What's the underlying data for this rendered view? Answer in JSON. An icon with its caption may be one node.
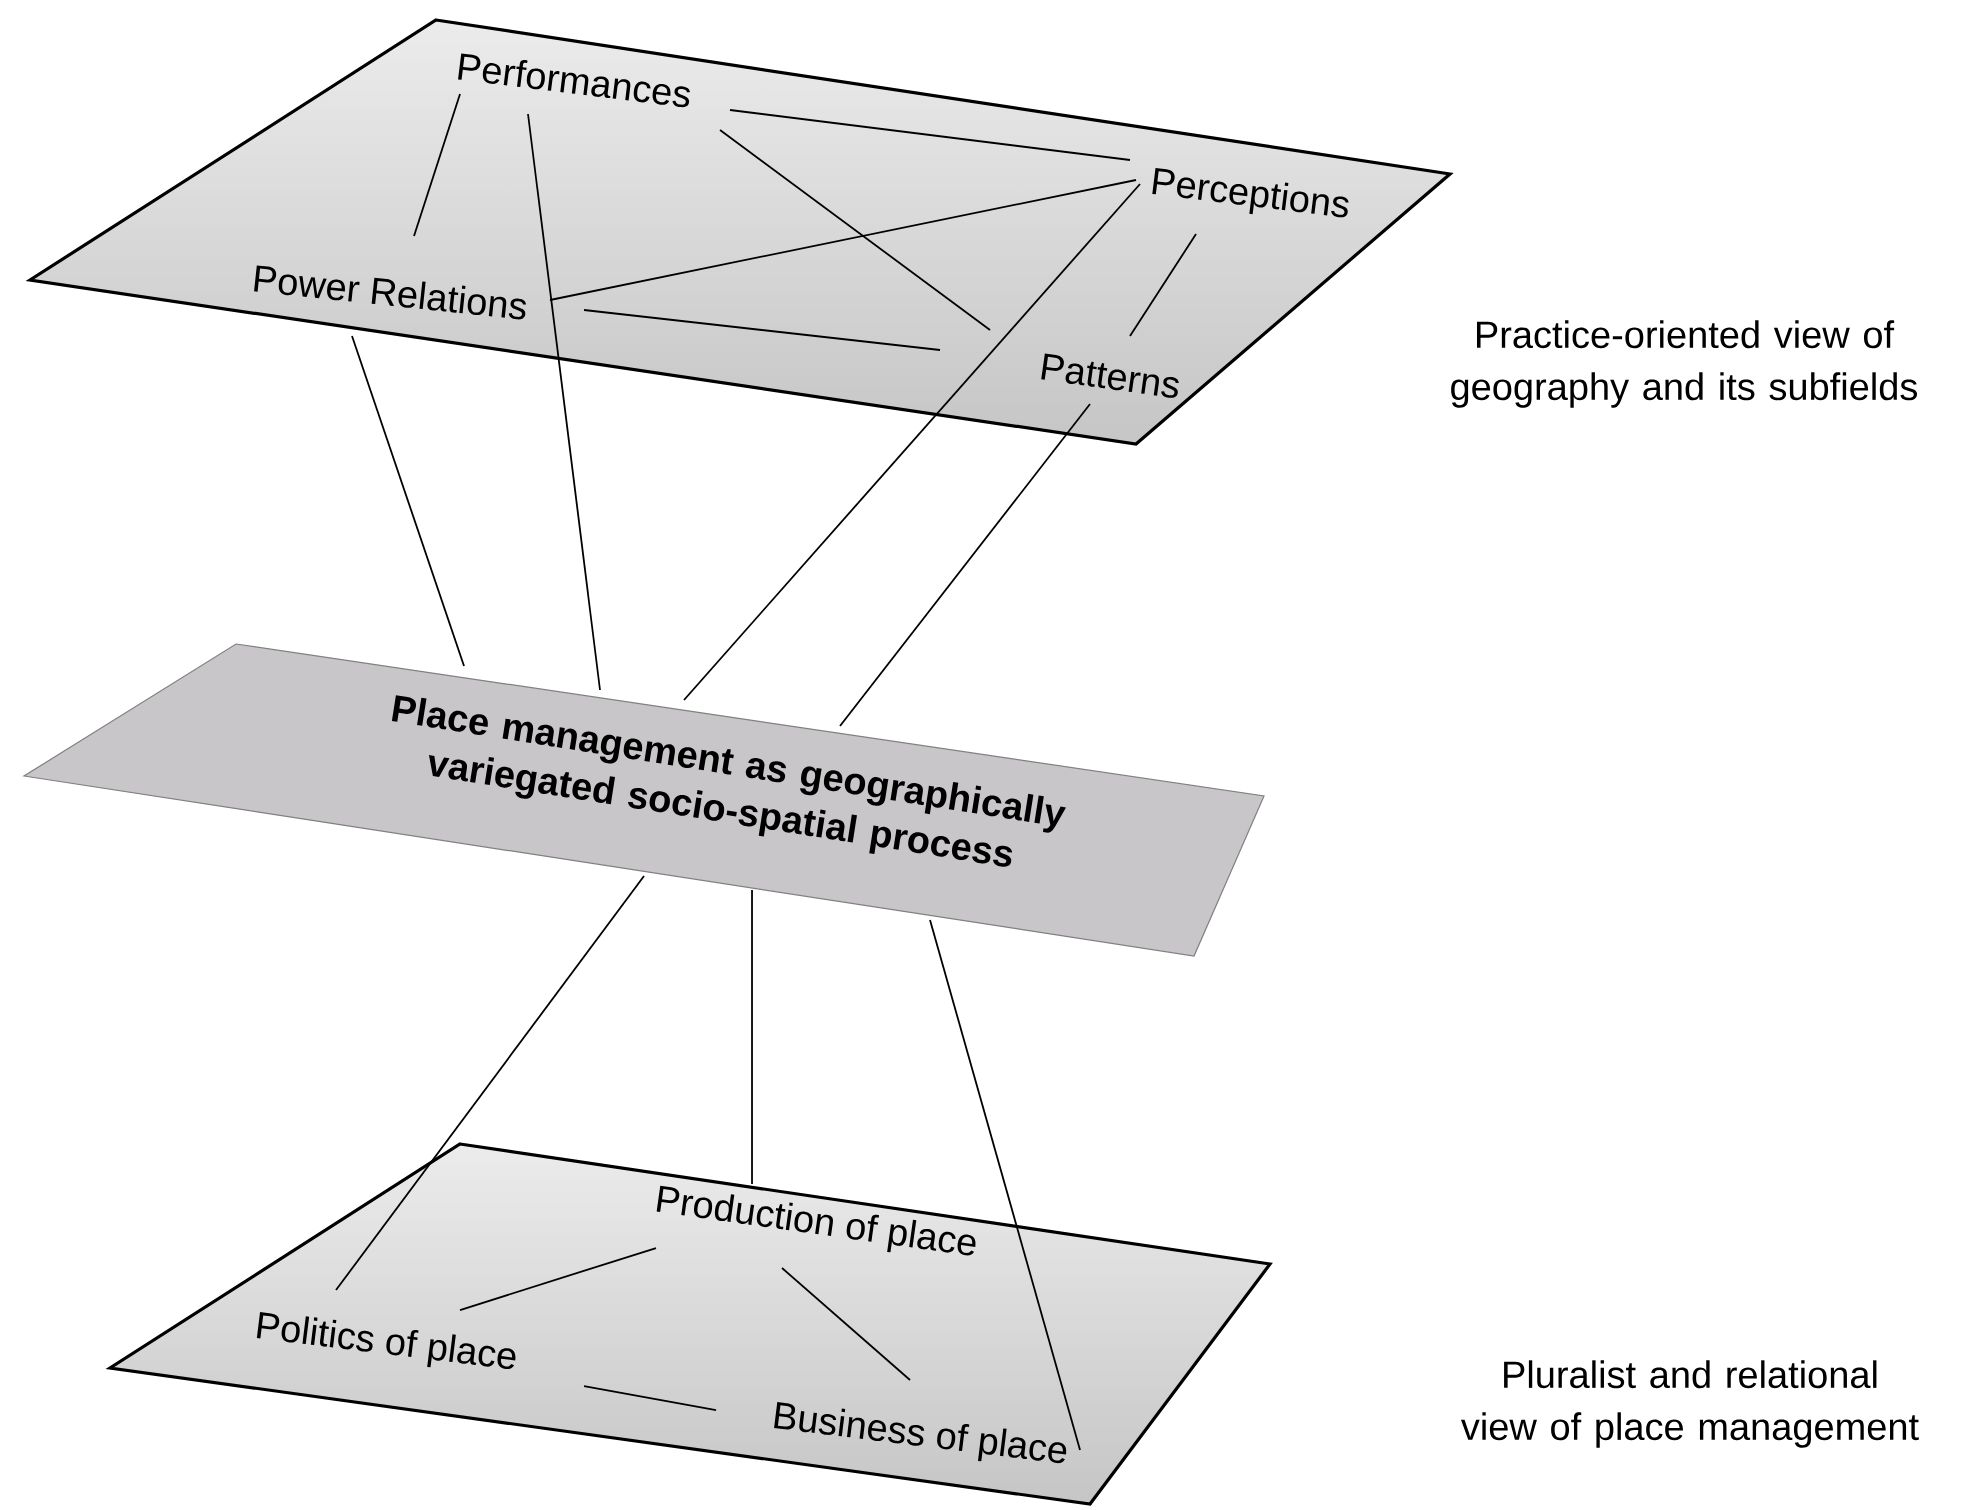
{
  "diagram": {
    "nodes": [
      {
        "text": [],
        "shape": "parallelogram"
      },
      {
        "text": [
          "Performances"
        ],
        "in": 0
      },
      {
        "text": [
          "Perceptions"
        ],
        "in": 0
      },
      {
        "text": [
          "Power Relations"
        ],
        "in": 0
      },
      {
        "text": [
          "Patterns"
        ],
        "in": 0
      },
      {
        "text": [
          "Place management as geographically variegated socio-spatial process"
        ]
      },
      {
        "text": [],
        "shape": "parallelogram"
      },
      {
        "text": [
          "Production of place"
        ],
        "in": 6
      },
      {
        "text": [
          "Politics of place"
        ],
        "in": 6
      },
      {
        "text": [
          "Business of place"
        ],
        "in": 6
      }
    ],
    "edges": [
      {
        "from": 1,
        "to": 3,
        "arrow": "none"
      },
      {
        "from": 1,
        "to": 2,
        "arrow": "none"
      },
      {
        "from": 1,
        "to": 4,
        "arrow": "none"
      },
      {
        "from": 3,
        "to": 2,
        "arrow": "none"
      },
      {
        "from": 3,
        "to": 4,
        "arrow": "none"
      },
      {
        "from": 2,
        "to": 4,
        "arrow": "none"
      },
      {
        "from": 3,
        "to": 5,
        "arrow": "none"
      },
      {
        "from": 1,
        "to": 5,
        "arrow": "none"
      },
      {
        "from": 2,
        "to": 5,
        "arrow": "none"
      },
      {
        "from": 4,
        "to": 5,
        "arrow": "none"
      },
      {
        "from": 5,
        "to": 8,
        "arrow": "none"
      },
      {
        "from": 5,
        "to": 7,
        "arrow": "none"
      },
      {
        "from": 5,
        "to": 9,
        "arrow": "none"
      },
      {
        "from": 8,
        "to": 7,
        "arrow": "none"
      },
      {
        "from": 7,
        "to": 9,
        "arrow": "none"
      },
      {
        "from": 8,
        "to": 9,
        "arrow": "none"
      }
    ],
    "labels": [
      "Practice-oriented view of geography and its subfields",
      "Pluralist and relational view of place management"
    ]
  }
}
